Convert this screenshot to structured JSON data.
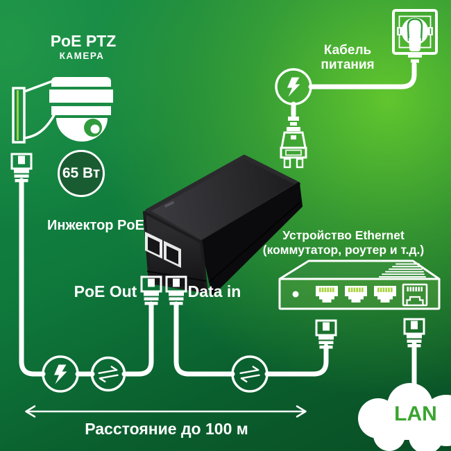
{
  "camera": {
    "title": "PoE PTZ",
    "subtitle": "КАМЕРА",
    "power_badge": "65 Вт"
  },
  "injector": {
    "label": "Инжектор PoE",
    "poe_out_label": "PoE Out",
    "data_in_label": "Data in"
  },
  "power_cable": {
    "line1": "Кабель",
    "line2": "питания"
  },
  "ethernet_device": {
    "line1": "Устройство Ethernet",
    "line2": "(коммутатор, роутер и т.д.)"
  },
  "lan": {
    "label": "LAN"
  },
  "distance": {
    "label": "Расстояние до 100 м"
  },
  "colors": {
    "background_dark": "#094e25",
    "background_mid": "#0f7a3c",
    "background_bright": "#5ec131",
    "badge_fill": "#1a5c31",
    "lan_text": "#3aa430",
    "switch_port_pins": "#a6d23b",
    "line_white": "#ffffff",
    "injector_body": "#1e1e21"
  },
  "icons": {
    "camera": "ptz-dome-camera-icon",
    "rj45_connector": "ethernet-plug-icon",
    "lightning": "power-bolt-icon",
    "data_arrows": "data-transfer-icon",
    "wall_outlet": "wall-socket-icon",
    "power_plug": "power-plug-icon",
    "ethernet_switch": "ethernet-switch-icon",
    "lan_cloud": "cloud-icon",
    "distance_arrow": "double-arrow-icon"
  }
}
